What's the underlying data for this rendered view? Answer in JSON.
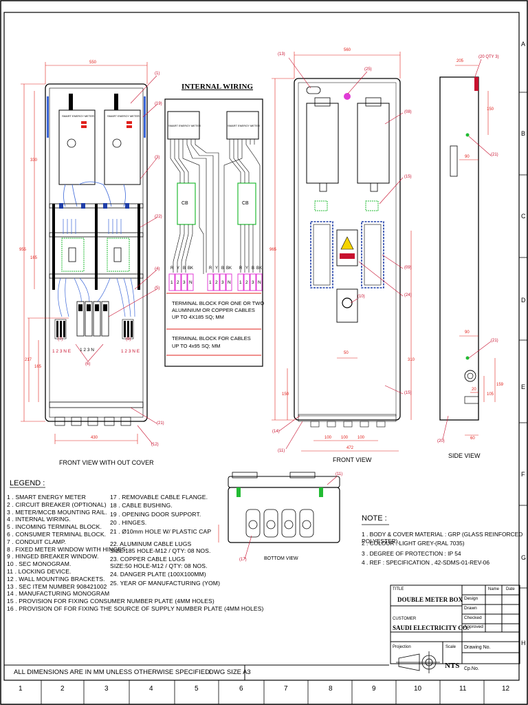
{
  "internal_wiring": {
    "heading": "INTERNAL WIRING",
    "meter_label": "SMART ENERGY METER",
    "cb_label": "CB",
    "terminal_letters": [
      "R",
      "Y",
      "B",
      "BK"
    ],
    "terminal_numbers": [
      "1",
      "2",
      "3",
      "N"
    ],
    "box1_lines": [
      "TERMINAL BLOCK FOR ONE OR TWO",
      "ALUMINIUM OR COPPER CABLES",
      "UP TO 4X185   SQ; MM"
    ],
    "box2_lines": [
      "TERMINAL BLOCK FOR CABLES",
      "UP TO 4x95 SQ; MM"
    ]
  },
  "views": {
    "front_without_cover": "FRONT VIEW WITH OUT COVER",
    "front": "FRONT VIEW",
    "side": "SIDE VIEW",
    "bottom": "BOTTOM VIEW"
  },
  "dimensions": {
    "front_width": "550",
    "front_height": "955",
    "front_upper": "330",
    "front_mid": "165",
    "front_lower": "217",
    "front_lower2": "165",
    "front_bottom_width": "430",
    "cover_width": "560",
    "cover_height": "965",
    "cover_310": "310",
    "cover_150": "150",
    "cover_50": "50",
    "cover_100a": "100",
    "cover_100b": "100",
    "cover_100c": "100",
    "cover_472": "472",
    "side_205": "205",
    "side_150": "150",
    "side_90a": "90",
    "side_90b": "90",
    "side_159": "159",
    "side_20": "20",
    "side_105": "105",
    "side_60": "60",
    "cover_20_qty": "(20 QTY 3)"
  },
  "callouts": {
    "fv": [
      "(1)",
      "(19)",
      "(3)",
      "(22)",
      "(4)",
      "(5)",
      "(6)",
      "(7)",
      "(21)",
      "(12)",
      "(8)"
    ],
    "cover": [
      "(13)",
      "(25)",
      "(08)",
      "(15)",
      "(09)",
      "(24)",
      "(10)",
      "(15)",
      "(14)",
      "(11)"
    ],
    "side": [
      "(21)",
      "(21)",
      "(20)"
    ],
    "bottom": [
      "(11)",
      "(17)"
    ]
  },
  "terminal_labels": {
    "left": "1 2 3 N E",
    "center": "1     2     3     N",
    "right": "1 2 3 N E"
  },
  "legend": {
    "title": "LEGEND :",
    "col1": [
      "1 . SMART ENERGY METER",
      "2 . CIRCUIT BREAKER (OPTIONAL)",
      "3 . METER/MCCB MOUNTING RAIL.",
      "4 . INTERNAL WIRING.",
      "5 . INCOMING TERMINAL BLOCK.",
      "6 . CONSUMER TERMINAL BLOCK.",
      "7 . CONDUIT CLAMP.",
      "8 . FIXED METER WINDOW WITH HINGES",
      "9 . HINGED BREAKER WINDOW.",
      "10 . SEC MONOGRAM.",
      "11 . LOCKING DEVICE.",
      "12 . WALL MOUNTING BRACKETS.",
      "13 . SEC ITEM NUMBER 908421002",
      "14 . MANUFACTURING MONOGRAM",
      "15 . PROVISION FOR FIXING CONSUMER NUMBER PLATE (4MM HOLES)",
      "16 . PROVISION OF FOR FIXING THE SOURCE OF SUPPLY NUMBER PLATE (4MM HOLES)"
    ],
    "col2": [
      "17 . REMOVABLE CABLE FLANGE.",
      "18 . CABLE BUSHING.",
      "19 . OPENING DOOR SUPPORT.",
      "20 . HINGES.",
      "21 . Ø10mm HOLE W/ PLASTIC CAP",
      "22. ALUMINUM CABLE LUGS",
      "SIZE:185 HOLE-M12 / QTY: 08 NOS.",
      "23. COPPER CABLE LUGS",
      "SIZE:50 HOLE-M12 / QTY: 08 NOS.",
      "24. DANGER PLATE (100X100MM)",
      "25. YEAR OF MANUFACTURING (YOM)"
    ]
  },
  "note": {
    "title": "NOTE :",
    "items": [
      "1 . BODY & COVER MATERIAL : GRP (GLASS REINFORCED POLYESTER),",
      "2 . COLOUR                    : LIGHT GREY-(RAL 7035)",
      "3 . DEGREE OF PROTECTION  :  IP 54",
      "4 . REF : SPECIFICATION , 42-SDMS-01-REV-06"
    ]
  },
  "title_block": {
    "title_label": "TITLE",
    "title": "DOUBLE METER BOX",
    "customer_label": "CUSTOMER",
    "customer": "SAUDI ELECTRICITY CO.",
    "projection_label": "Projection",
    "scale_label": "Scale",
    "scale": "NTS",
    "drawing_no_label": "Drawing No.",
    "cp_no_label": "Cp.No.",
    "col_name": "Name",
    "col_date": "Date",
    "rows": [
      "Design",
      "Drawn",
      "Checked",
      "Approved"
    ]
  },
  "footer": {
    "dimensions_note": "ALL DIMENSIONS ARE IN MM UNLESS OTHERWISE SPECIFIED",
    "dwg_size": "DWG SIZE   A3"
  },
  "grid": {
    "columns": [
      "1",
      "2",
      "3",
      "4",
      "5",
      "6",
      "7",
      "8",
      "9",
      "10",
      "11",
      "12"
    ],
    "rows": [
      "A",
      "B",
      "C",
      "D",
      "E",
      "F",
      "G",
      "H"
    ]
  },
  "colors": {
    "dimension_red": "#e0201b",
    "callout_red": "#c8102e",
    "terminal_green": "#22bb33",
    "terminal_magenta": "#e03bd6",
    "window_blue": "#1f3ea8",
    "wire_blue": "#3a66d8",
    "danger_yellow": "#f5d400"
  }
}
